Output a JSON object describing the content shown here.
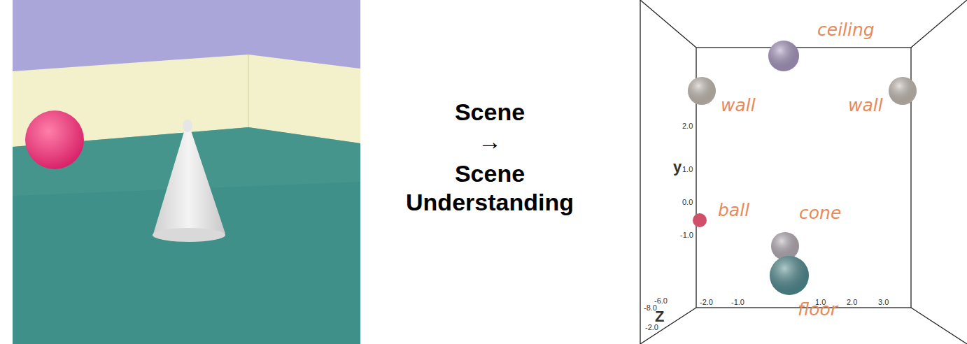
{
  "diagram": {
    "labels": [
      "Scene",
      "→",
      "Scene Understanding",
      "ceiling",
      "wall",
      "wall",
      "ball",
      "cone",
      "floor",
      "y",
      "2.0",
      "1.0",
      "0.0",
      "-1.0",
      "-2.0",
      "-1.0",
      "1.0",
      "2.0",
      "3.0",
      "-6.0",
      "-8.0",
      "Z",
      "-2.0"
    ]
  }
}
